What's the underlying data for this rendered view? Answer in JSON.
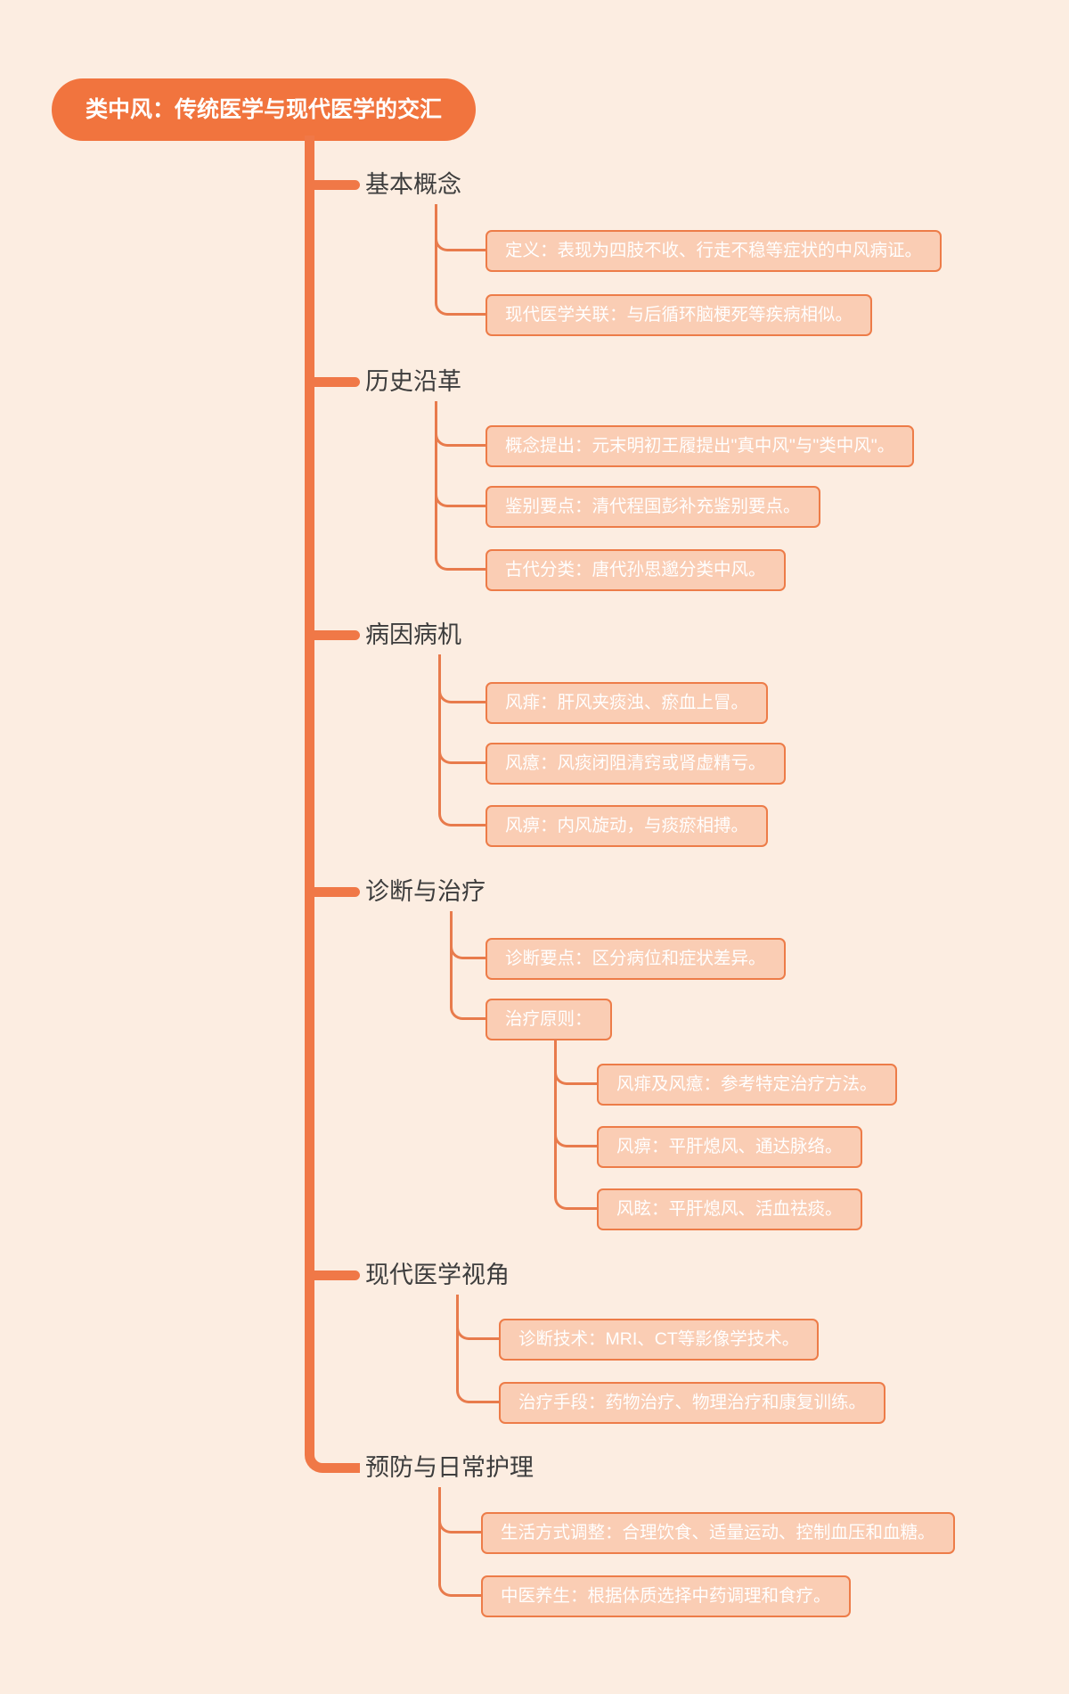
{
  "colors": {
    "background": "#fcede1",
    "root_fill": "#f1743e",
    "trunk_line": "#f07847",
    "connector_line": "#e87b4c",
    "box_fill": "#facdb4",
    "box_border": "#ed7c48",
    "box_text": "#ffffff",
    "branch_text": "#3d3d3d"
  },
  "root": {
    "label": "类中风：传统医学与现代医学的交汇"
  },
  "branches": [
    {
      "label": "基本概念",
      "children": [
        {
          "label": "定义：表现为四肢不收、行走不稳等症状的中风病证。"
        },
        {
          "label": "现代医学关联：与后循环脑梗死等疾病相似。"
        }
      ]
    },
    {
      "label": "历史沿革",
      "children": [
        {
          "label": "概念提出：元末明初王履提出\"真中风\"与\"类中风\"。"
        },
        {
          "label": "鉴别要点：清代程国彭补充鉴别要点。"
        },
        {
          "label": "古代分类：唐代孙思邈分类中风。"
        }
      ]
    },
    {
      "label": "病因病机",
      "children": [
        {
          "label": "风痱：肝风夹痰浊、瘀血上冒。"
        },
        {
          "label": "风癔：风痰闭阻清窍或肾虚精亏。"
        },
        {
          "label": "风痹：内风旋动，与痰瘀相搏。"
        }
      ]
    },
    {
      "label": "诊断与治疗",
      "children": [
        {
          "label": "诊断要点：区分病位和症状差异。"
        },
        {
          "label": "治疗原则：",
          "children": [
            {
              "label": "风痱及风癔：参考特定治疗方法。"
            },
            {
              "label": "风痹：平肝熄风、通达脉络。"
            },
            {
              "label": "风眩：平肝熄风、活血祛痰。"
            }
          ]
        }
      ]
    },
    {
      "label": "现代医学视角",
      "children": [
        {
          "label": "诊断技术：MRI、CT等影像学技术。"
        },
        {
          "label": "治疗手段：药物治疗、物理治疗和康复训练。"
        }
      ]
    },
    {
      "label": "预防与日常护理",
      "children": [
        {
          "label": "生活方式调整：合理饮食、适量运动、控制血压和血糖。"
        },
        {
          "label": "中医养生：根据体质选择中药调理和食疗。"
        }
      ]
    }
  ]
}
